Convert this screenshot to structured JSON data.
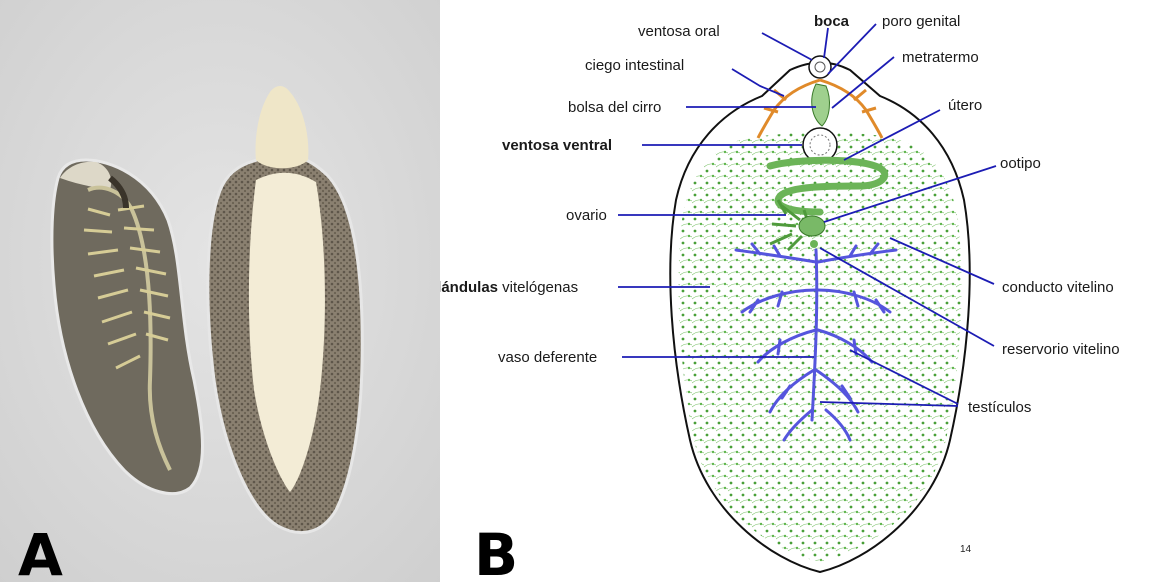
{
  "panel_a": {
    "letter": "A"
  },
  "panel_b": {
    "letter": "B",
    "page_number": "14",
    "labels": {
      "ventosa_oral": "ventosa oral",
      "boca": "boca",
      "poro_genital": "poro genital",
      "metratermo": "metratermo",
      "ciego_intestinal": "ciego intestinal",
      "bolsa_del_cirro": "bolsa del cirro",
      "utero": "útero",
      "ventosa_ventral": "ventosa ventral",
      "ootipo": "ootipo",
      "ovario": "ovario",
      "glandulas_bold": "glándulas",
      "glandulas_rest": " vitelógenas",
      "conducto_vitelino": "conducto vitelino",
      "reservorio_vitelino": "reservorio vitelino",
      "vaso_deferente": "vaso deferente",
      "testiculos": "testículos"
    }
  },
  "colors": {
    "leader_lines": "#1c1cb4",
    "vitellaria": "#3f9a2e",
    "reproductive_green": "#7fbf6a",
    "testes": "#6666dd",
    "caeca": "#f0a040",
    "photo_background": "#d9d9d9"
  }
}
